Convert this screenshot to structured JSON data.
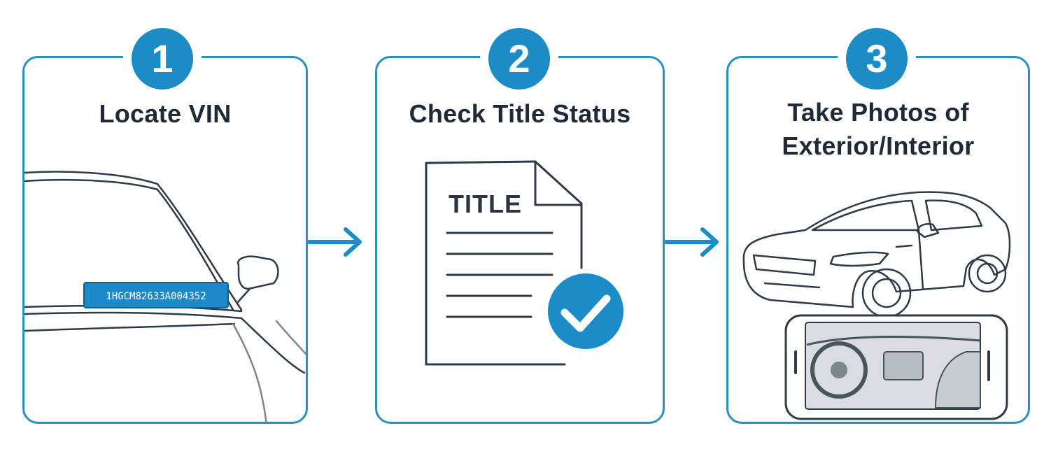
{
  "steps": [
    {
      "number": "1",
      "title": "Locate VIN",
      "vin": "1HGCM82633A004352"
    },
    {
      "number": "2",
      "title": "Check Title Status",
      "document_label": "TITLE"
    },
    {
      "number": "3",
      "title_line1": "Take Photos of",
      "title_line2": "Exterior/Interior"
    }
  ],
  "colors": {
    "accent": "#1b8cc6",
    "border": "#2a8fc4",
    "text": "#1f2a36"
  },
  "icons": [
    "arrow-right-icon",
    "document-icon",
    "check-circle-icon",
    "car-icon",
    "phone-icon",
    "windshield-icon"
  ]
}
